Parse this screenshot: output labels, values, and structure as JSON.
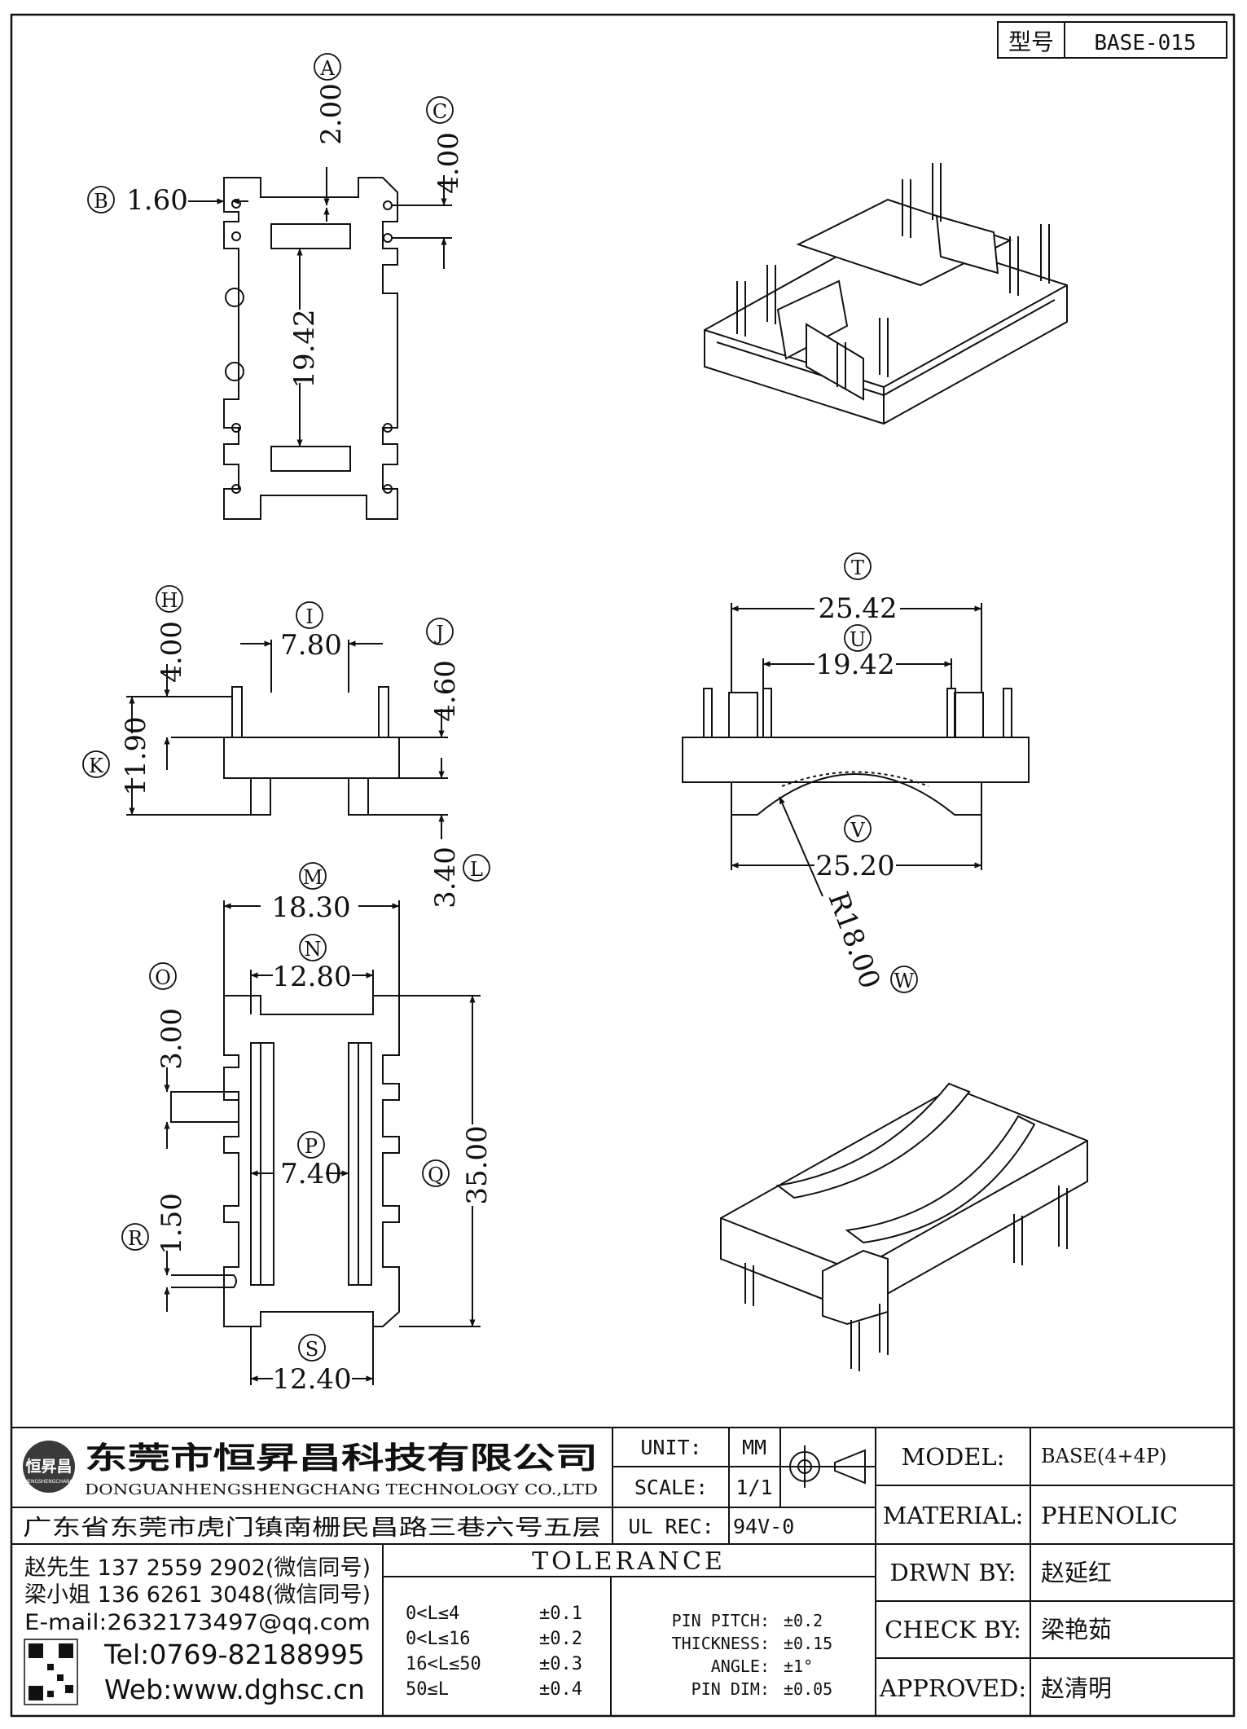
{
  "title_box": {
    "label": "型号",
    "part_no": "BASE-015"
  },
  "top_view": {
    "callouts": {
      "A": "A",
      "B": "B",
      "C": "C"
    },
    "dims": {
      "a": "2.00",
      "b": "1.60",
      "c": "4.00",
      "len": "19.42"
    }
  },
  "side_view": {
    "callouts": {
      "H": "H",
      "I": "I",
      "J": "J",
      "K": "K",
      "L": "L"
    },
    "dims": {
      "h": "4.00",
      "i": "7.80",
      "j": "4.60",
      "k": "11.90",
      "l": "3.40"
    }
  },
  "front_view": {
    "callouts": {
      "T": "T",
      "U": "U",
      "V": "V",
      "W": "W"
    },
    "dims": {
      "t": "25.42",
      "u": "19.42",
      "v": "25.20",
      "w": "R18.00"
    }
  },
  "bottom_view": {
    "callouts": {
      "M": "M",
      "N": "N",
      "O": "O",
      "P": "P",
      "Q": "Q",
      "R": "R",
      "S": "S"
    },
    "dims": {
      "m": "18.30",
      "n": "12.80",
      "o": "3.00",
      "p": "7.40",
      "q": "35.00",
      "r": "1.50",
      "s": "12.40"
    }
  },
  "company": {
    "logo_text": "恒昇昌",
    "logo_sub": "HENGSHENGCHANG",
    "name_cn": "东莞市恒昇昌科技有限公司",
    "name_en": "DONGUANHENGSHENGCHANG TECHNOLOGY CO.,LTD",
    "address": "广东省东莞市虎门镇南栅民昌路三巷六号五层"
  },
  "specs": {
    "unit_label": "UNIT:",
    "unit_value": "MM",
    "scale_label": "SCALE:",
    "scale_value": "1/1",
    "ulrec_label": "UL REC:",
    "ulrec_value": "94V-0"
  },
  "contacts": {
    "line1": "赵先生 137 2559 2902(微信同号)",
    "line2": "梁小姐 136 6261 3048(微信同号)",
    "email": "E-mail:2632173497@qq.com",
    "tel": "Tel:0769-82188995",
    "web": "Web:www.dghsc.cn"
  },
  "tolerance": {
    "title": "TOLERANCE",
    "ranges": [
      {
        "range": "0<L≤4",
        "value": "±0.1"
      },
      {
        "range": "0<L≤16",
        "value": "±0.2"
      },
      {
        "range": "16<L≤50",
        "value": "±0.3"
      },
      {
        "range": "50≤L",
        "value": "±0.4"
      }
    ],
    "extras": [
      {
        "label": "PIN PITCH:",
        "value": "±0.2"
      },
      {
        "label": "THICKNESS:",
        "value": "±0.15"
      },
      {
        "label": "ANGLE:",
        "value": "±1°"
      },
      {
        "label": "PIN DIM:",
        "value": "±0.05"
      }
    ]
  },
  "info": {
    "model_label": "MODEL:",
    "model_value": "BASE(4+4P)",
    "material_label": "MATERIAL:",
    "material_value": "PHENOLIC",
    "drawn_label": "DRWN BY:",
    "drawn_value": "赵延红",
    "check_label": "CHECK BY:",
    "check_value": "梁艳茹",
    "approved_label": "APPROVED:",
    "approved_value": "赵清明"
  }
}
